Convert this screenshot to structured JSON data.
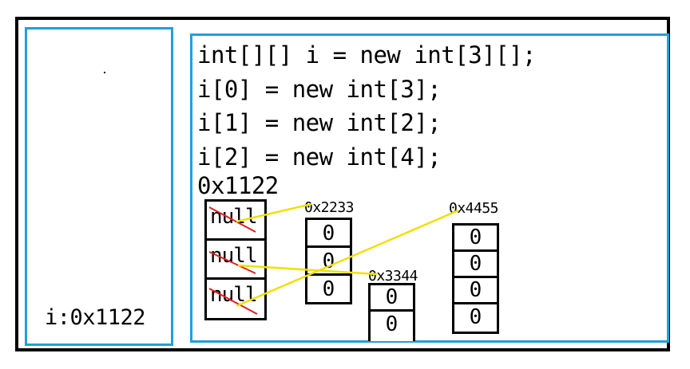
{
  "stack": {
    "variable": "i:0x1122"
  },
  "code_lines": [
    "int[][] i = new int[3][];",
    "i[0] = new int[3];",
    "i[1] = new int[2];",
    "i[2] = new int[4];"
  ],
  "outer_array": {
    "address": "0x1122",
    "cells": [
      "null",
      "null",
      "null"
    ]
  },
  "inner_arrays": [
    {
      "address": "0x2233",
      "values": [
        "0",
        "0",
        "0"
      ]
    },
    {
      "address": "0x3344",
      "values": [
        "0",
        "0"
      ]
    },
    {
      "address": "0x4455",
      "values": [
        "0",
        "0",
        "0",
        "0"
      ]
    }
  ],
  "colors": {
    "panel_border": "#1ea0dc",
    "pointer_line": "#f0e000",
    "strike": "#e02020"
  }
}
